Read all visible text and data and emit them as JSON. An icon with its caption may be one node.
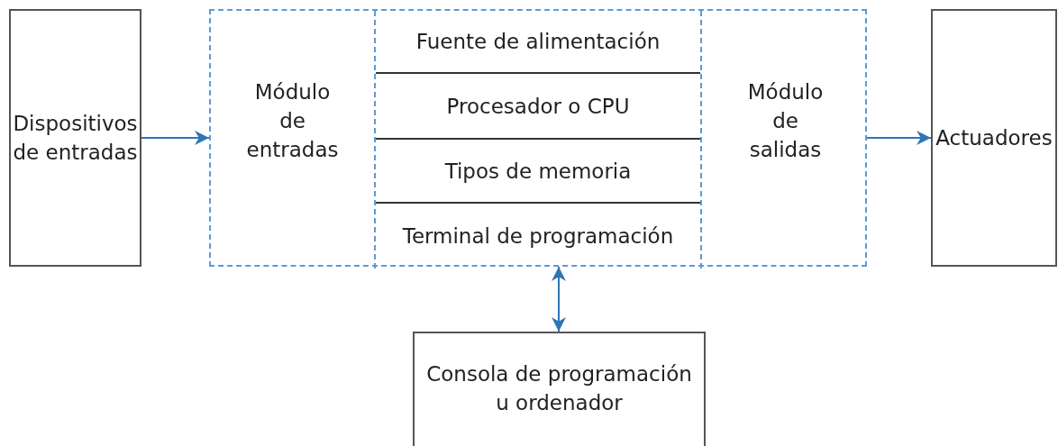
{
  "diagram": {
    "nodes": [
      {
        "text": [
          "Dispositivos de entradas"
        ]
      },
      {
        "text": [],
        "shape": "box"
      },
      {
        "text": [
          "Módulo de entradas"
        ],
        "in": 1
      },
      {
        "text": [
          "Fuente de alimentación"
        ],
        "in": 1
      },
      {
        "text": [
          "Procesador o CPU"
        ],
        "in": 1
      },
      {
        "text": [
          "Tipos de memoria"
        ],
        "in": 1
      },
      {
        "text": [
          "Terminal de programación"
        ],
        "in": 1
      },
      {
        "text": [
          "Módulo de salidas"
        ],
        "in": 1
      },
      {
        "text": [
          "Actuadores"
        ]
      },
      {
        "text": [
          "Consola de programación u ordenador"
        ]
      }
    ],
    "edges": [
      {
        "from": 0,
        "to": 2,
        "arrow": "to"
      },
      {
        "from": 7,
        "to": 8,
        "arrow": "to"
      },
      {
        "from": 6,
        "to": 9,
        "arrow": "both"
      }
    ]
  }
}
